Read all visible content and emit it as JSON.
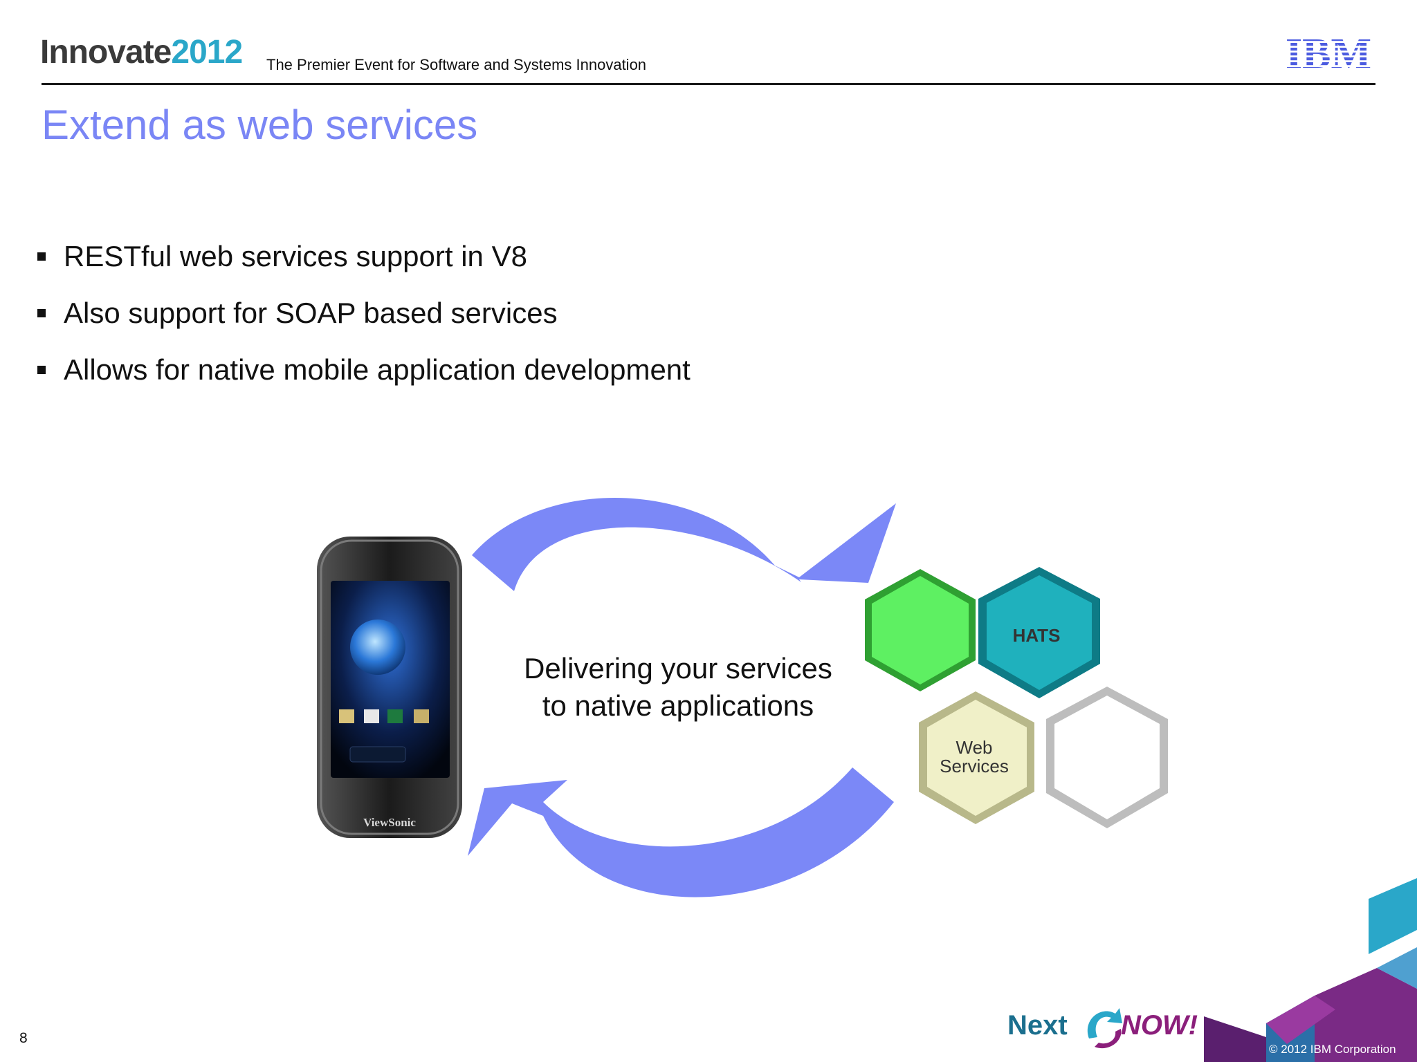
{
  "header": {
    "brand_prefix": "Innovate",
    "brand_year": "2012",
    "tagline": "The Premier Event for Software and Systems Innovation",
    "company_logo": "IBM"
  },
  "slide": {
    "title": "Extend as web services",
    "bullets": [
      "RESTful web services support in V8",
      "Also support for SOAP based services",
      "Allows for native mobile application development"
    ]
  },
  "diagram": {
    "center_line1": "Delivering your services",
    "center_line2": "to native applications",
    "phone_brand": "ViewSonic",
    "hex_labels": {
      "hats": "HATS",
      "web_line1": "Web",
      "web_line2": "Services"
    },
    "colors": {
      "arrow": "#7b88f7",
      "hex_green": "#5ef062",
      "hex_teal": "#1fb1bd",
      "hex_cream": "#f0f0c8",
      "hex_white": "#ffffff"
    }
  },
  "footer": {
    "page_number": "8",
    "next_word": "Next",
    "now_word": "NOW!",
    "copyright": "© 2012 IBM Corporation"
  }
}
